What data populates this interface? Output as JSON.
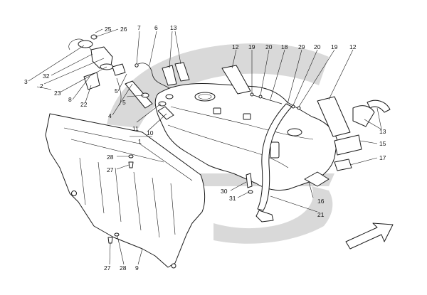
{
  "diagram": {
    "colors": {
      "background": "#ffffff",
      "watermark": "#d9d9d9",
      "line": "#1a1a1a"
    },
    "callouts": [
      {
        "id": "c25",
        "text": "25"
      },
      {
        "id": "c26",
        "text": "26"
      },
      {
        "id": "c7",
        "text": "7"
      },
      {
        "id": "c6",
        "text": "6"
      },
      {
        "id": "c13a",
        "text": "13"
      },
      {
        "id": "c3",
        "text": "3"
      },
      {
        "id": "c32",
        "text": "32"
      },
      {
        "id": "c2",
        "text": "2"
      },
      {
        "id": "c23",
        "text": "23"
      },
      {
        "id": "c8",
        "text": "8"
      },
      {
        "id": "c22",
        "text": "22"
      },
      {
        "id": "c4",
        "text": "4"
      },
      {
        "id": "c5a",
        "text": "5"
      },
      {
        "id": "c5b",
        "text": "5"
      },
      {
        "id": "c11",
        "text": "11"
      },
      {
        "id": "c10",
        "text": "10"
      },
      {
        "id": "c1",
        "text": "1"
      },
      {
        "id": "c12a",
        "text": "12"
      },
      {
        "id": "c19a",
        "text": "19"
      },
      {
        "id": "c20a",
        "text": "20"
      },
      {
        "id": "c18",
        "text": "18"
      },
      {
        "id": "c29",
        "text": "29"
      },
      {
        "id": "c20b",
        "text": "20"
      },
      {
        "id": "c19b",
        "text": "19"
      },
      {
        "id": "c12b",
        "text": "12"
      },
      {
        "id": "c13b",
        "text": "13"
      },
      {
        "id": "c15",
        "text": "15"
      },
      {
        "id": "c17",
        "text": "17"
      },
      {
        "id": "c28a",
        "text": "28"
      },
      {
        "id": "c27a",
        "text": "27"
      },
      {
        "id": "c30",
        "text": "30"
      },
      {
        "id": "c31",
        "text": "31"
      },
      {
        "id": "c16",
        "text": "16"
      },
      {
        "id": "c21",
        "text": "21"
      },
      {
        "id": "c27b",
        "text": "27"
      },
      {
        "id": "c28b",
        "text": "28"
      },
      {
        "id": "c9",
        "text": "9"
      }
    ]
  }
}
